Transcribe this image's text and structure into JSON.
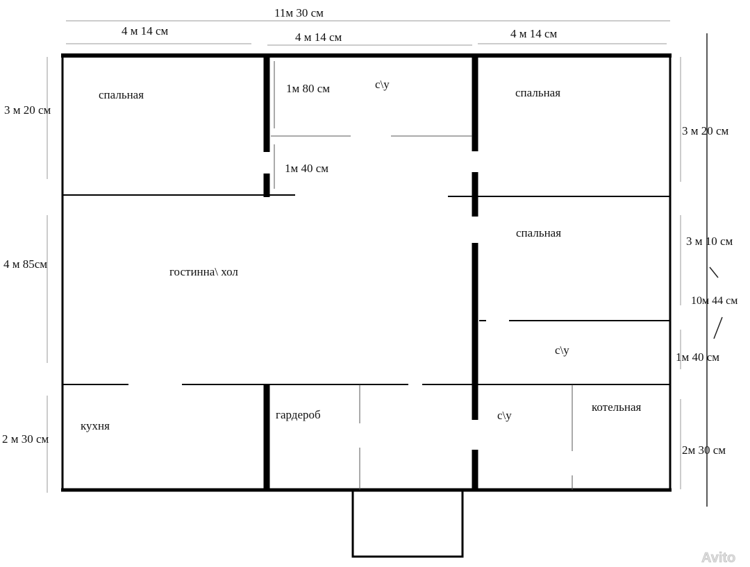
{
  "dimensions": {
    "total_width": "11м 30 см",
    "top_left": "4 м 14 см",
    "top_middle": "4 м 14 см",
    "top_right": "4 м 14 см",
    "left_1": "3 м 20 см",
    "left_2": "4 м 85см",
    "left_3": "2 м 30 см",
    "right_1": "3 м 20 см",
    "right_2": "3 м 10 см",
    "right_total": "10м 44 см",
    "right_3": "1м 40 см",
    "right_4": "2м 30 см",
    "inner_bath_1": "1м 80 см",
    "inner_bath_2": "1м 40 см"
  },
  "rooms": {
    "bedroom_top_left": "спальная",
    "bathroom_top": "с\\у",
    "bedroom_top_right": "спальная",
    "bedroom_middle_right": "спальная",
    "living_hall": "гостинна\\ хол",
    "bathroom_right": "с\\у",
    "kitchen": "кухня",
    "wardrobe": "гардероб",
    "bathroom_bottom": "с\\у",
    "boiler_room": "котельная"
  },
  "watermark": "Avito"
}
